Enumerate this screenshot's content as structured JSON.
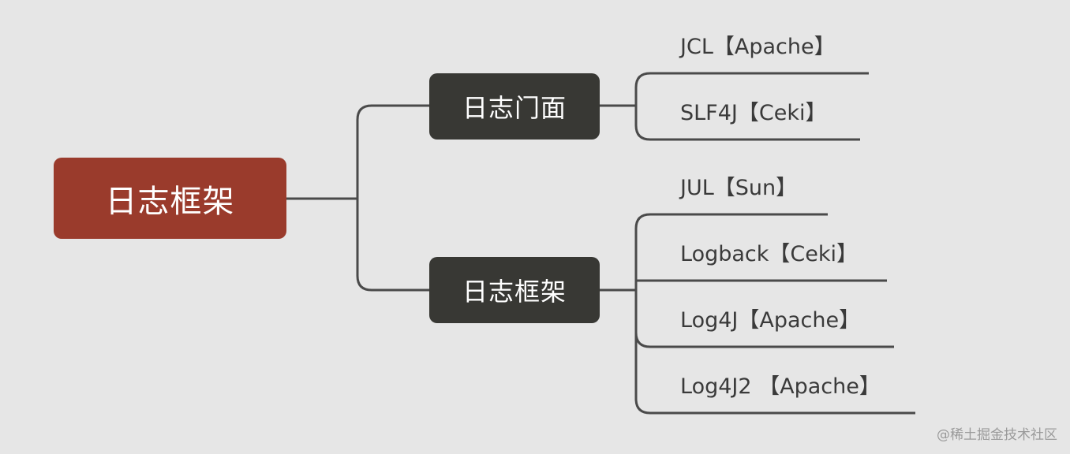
{
  "root": {
    "label": "日志框架"
  },
  "branches": [
    {
      "label": "日志门面",
      "leaves": [
        "JCL【Apache】",
        "SLF4J【Ceki】"
      ]
    },
    {
      "label": "日志框架",
      "leaves": [
        "JUL【Sun】",
        "Logback【Ceki】",
        "Log4J【Apache】",
        "Log4J2 【Apache】"
      ]
    }
  ],
  "watermark": "@稀土掘金技术社区",
  "colors": {
    "background": "#e6e6e6",
    "root": "#9a3b2c",
    "branch": "#383834",
    "connector": "#4a4a4a",
    "leaf_text": "#3a3a3a"
  }
}
